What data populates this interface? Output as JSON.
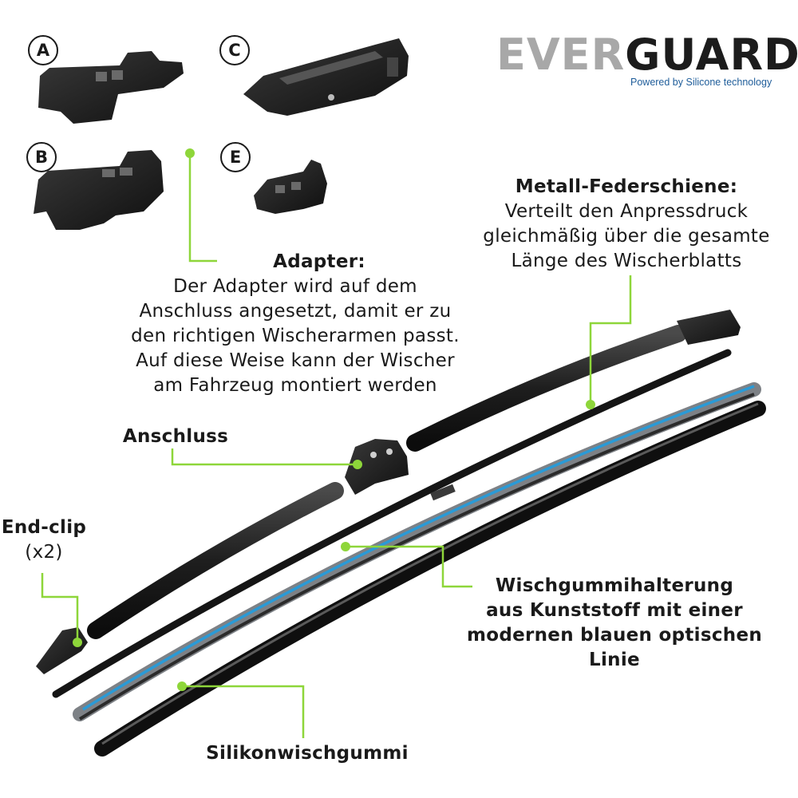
{
  "brand": {
    "name_part1": "EVER",
    "name_part2": "GUARD",
    "trademark": "™",
    "tagline": "Powered by Silicone technology"
  },
  "adapters": [
    {
      "letter": "A"
    },
    {
      "letter": "B"
    },
    {
      "letter": "C"
    },
    {
      "letter": "E"
    }
  ],
  "callouts": {
    "adapter": {
      "title": "Adapter:",
      "lines": [
        "Der Adapter wird auf dem",
        "Anschluss angesetzt, damit er zu",
        "den richtigen Wischerarmen passt.",
        "Auf diese Weise kann der Wischer",
        "am Fahrzeug montiert werden"
      ]
    },
    "metal_spring": {
      "title": "Metall-Federschiene:",
      "lines": [
        "Verteilt den Anpressdruck",
        "gleichmäßig über die gesamte",
        "Länge des Wischerblatts"
      ]
    },
    "connector": {
      "title": "Anschluss"
    },
    "end_clip": {
      "title": "End-clip",
      "note": "(x2)"
    },
    "holder": {
      "lines": [
        "Wischgummihalterung",
        "aus Kunststoff mit einer",
        "modernen blauen optischen",
        "Linie"
      ]
    },
    "rubber": {
      "title": "Silikonwischgummi"
    }
  },
  "colors": {
    "leader": "#8ed63a",
    "blade": "#1b1b1b",
    "blue_line": "#2a9ad6",
    "holder_grey": "#8b8f94"
  }
}
